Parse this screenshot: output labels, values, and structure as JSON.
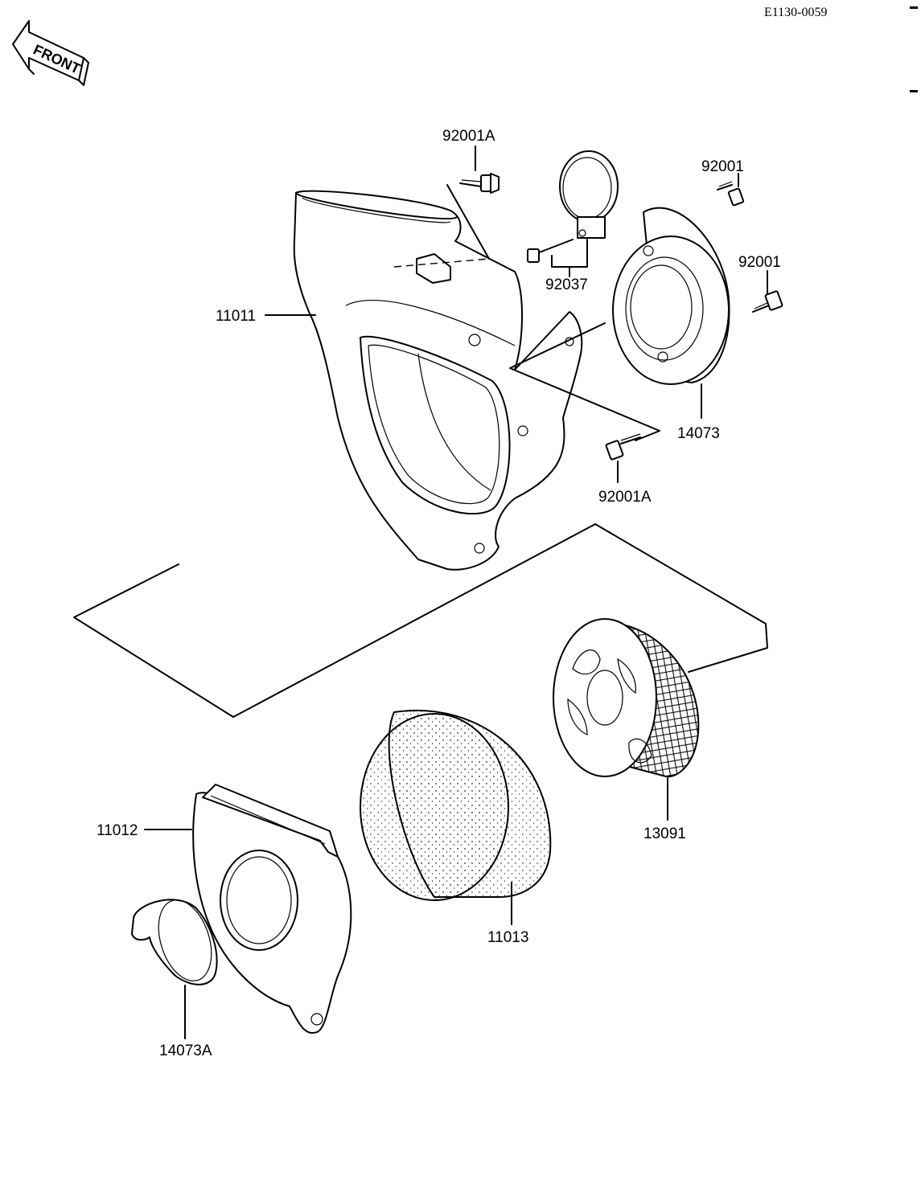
{
  "diagram": {
    "code": "E1130-0059",
    "front_label": "FRONT",
    "parts": {
      "p11011": "11011",
      "p11012": "11012",
      "p11013": "11013",
      "p13091": "13091",
      "p14073": "14073",
      "p14073A": "14073A",
      "p92001_a": "92001",
      "p92001_b": "92001",
      "p92001A_top": "92001A",
      "p92001A_bottom": "92001A",
      "p92037": "92037"
    }
  }
}
